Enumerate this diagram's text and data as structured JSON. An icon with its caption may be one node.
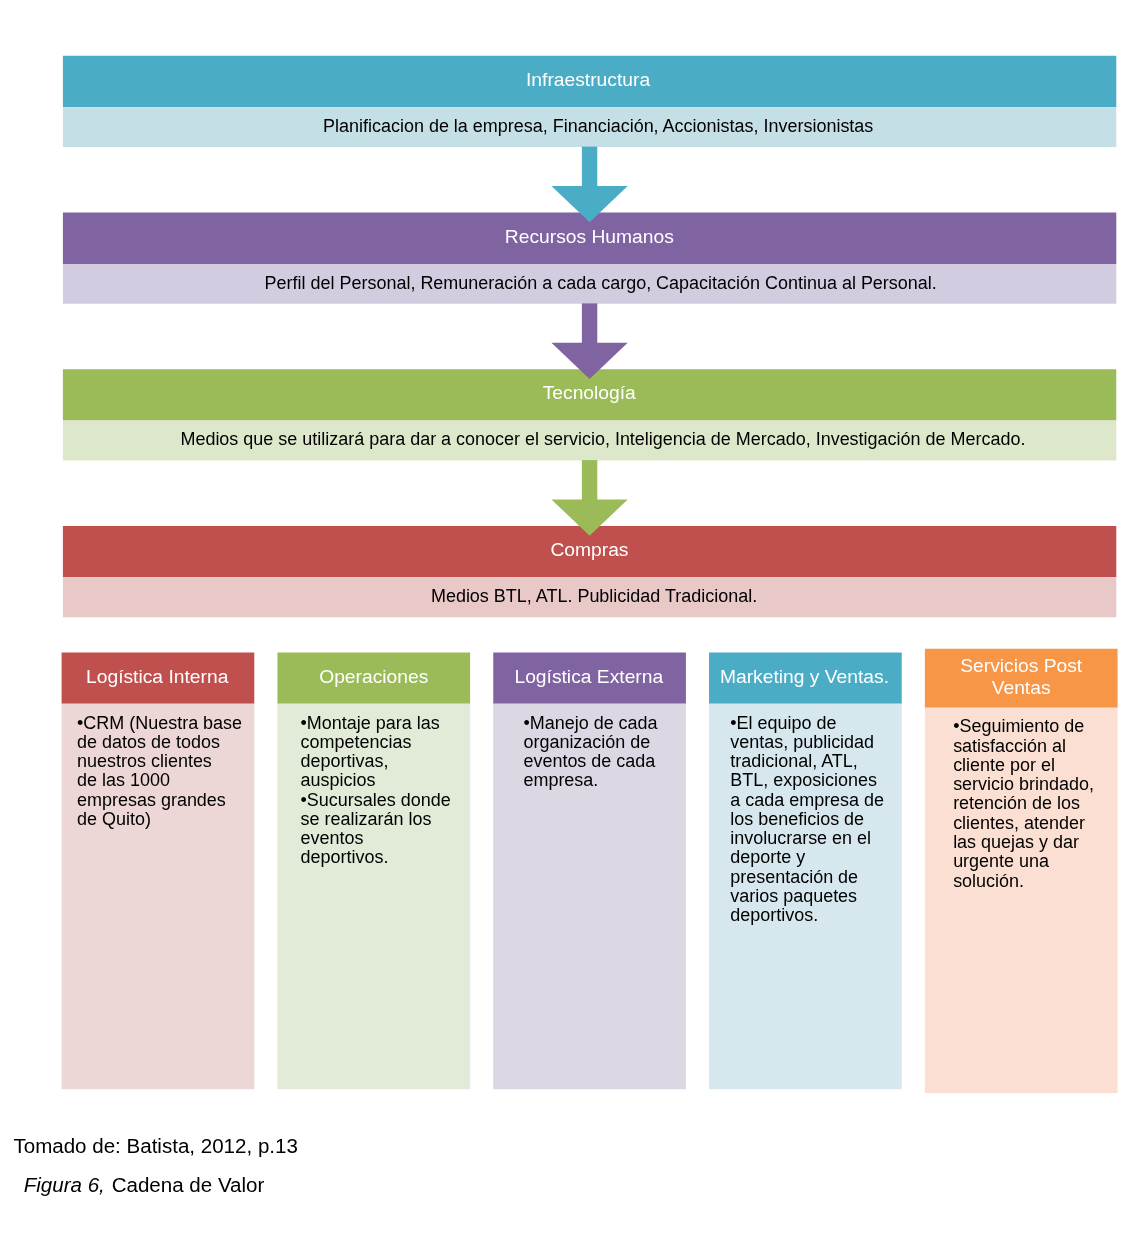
{
  "diagram": {
    "caption": "*Figura 6,* Cadena de Valor",
    "nodes": [
      {
        "text": [
          "Infraestructura",
          "Planificacion de la empresa, Financiación, Accionistas, Inversionistas"
        ]
      },
      {
        "text": [
          "Recursos Humanos",
          "Perfil del Personal, Remuneración a cada cargo, Capacitación Continua al Personal."
        ]
      },
      {
        "text": [
          "Tecnología",
          "Medios que se utilizará para dar a conocer el servicio, Inteligencia de Mercado, Investigación de Mercado."
        ]
      },
      {
        "text": [
          "Compras",
          "Medios BTL, ATL. Publicidad Tradicional."
        ]
      },
      {
        "text": [
          "Logística Interna",
          "•CRM (Nuestra base de datos de todos nuestros clientes de las 1000 empresas grandes de Quito)"
        ]
      },
      {
        "text": [
          "Operaciones",
          "•Montaje para las competencias deportivas, auspicios",
          "•Sucursales donde se realizarán los eventos deportivos."
        ]
      },
      {
        "text": [
          "Logística Externa",
          "•Manejo de cada organización de eventos de cada empresa."
        ]
      },
      {
        "text": [
          "Marketing y Ventas.",
          "•El equipo de ventas, publicidad tradicional, ATL, BTL, exposiciones a cada empresa de los beneficios de involucrarse en el deporte y presentación de varios paquetes deportivos."
        ]
      },
      {
        "text": [
          "Servicios Post Ventas",
          "•Seguimiento de satisfacción al cliente por el servicio brindado, retención de los clientes, atender las quejas y dar urgente una solución."
        ]
      }
    ],
    "edges": [
      {
        "from": 0,
        "to": 1,
        "arrow": "to",
        "color": "#4bacc6"
      },
      {
        "from": 1,
        "to": 2,
        "arrow": "to",
        "color": "#8064a2"
      },
      {
        "from": 2,
        "to": 3,
        "arrow": "to",
        "color": "#9bbb59"
      }
    ],
    "labels": [
      "Tomado de: Batista, 2012, p.13"
    ]
  }
}
